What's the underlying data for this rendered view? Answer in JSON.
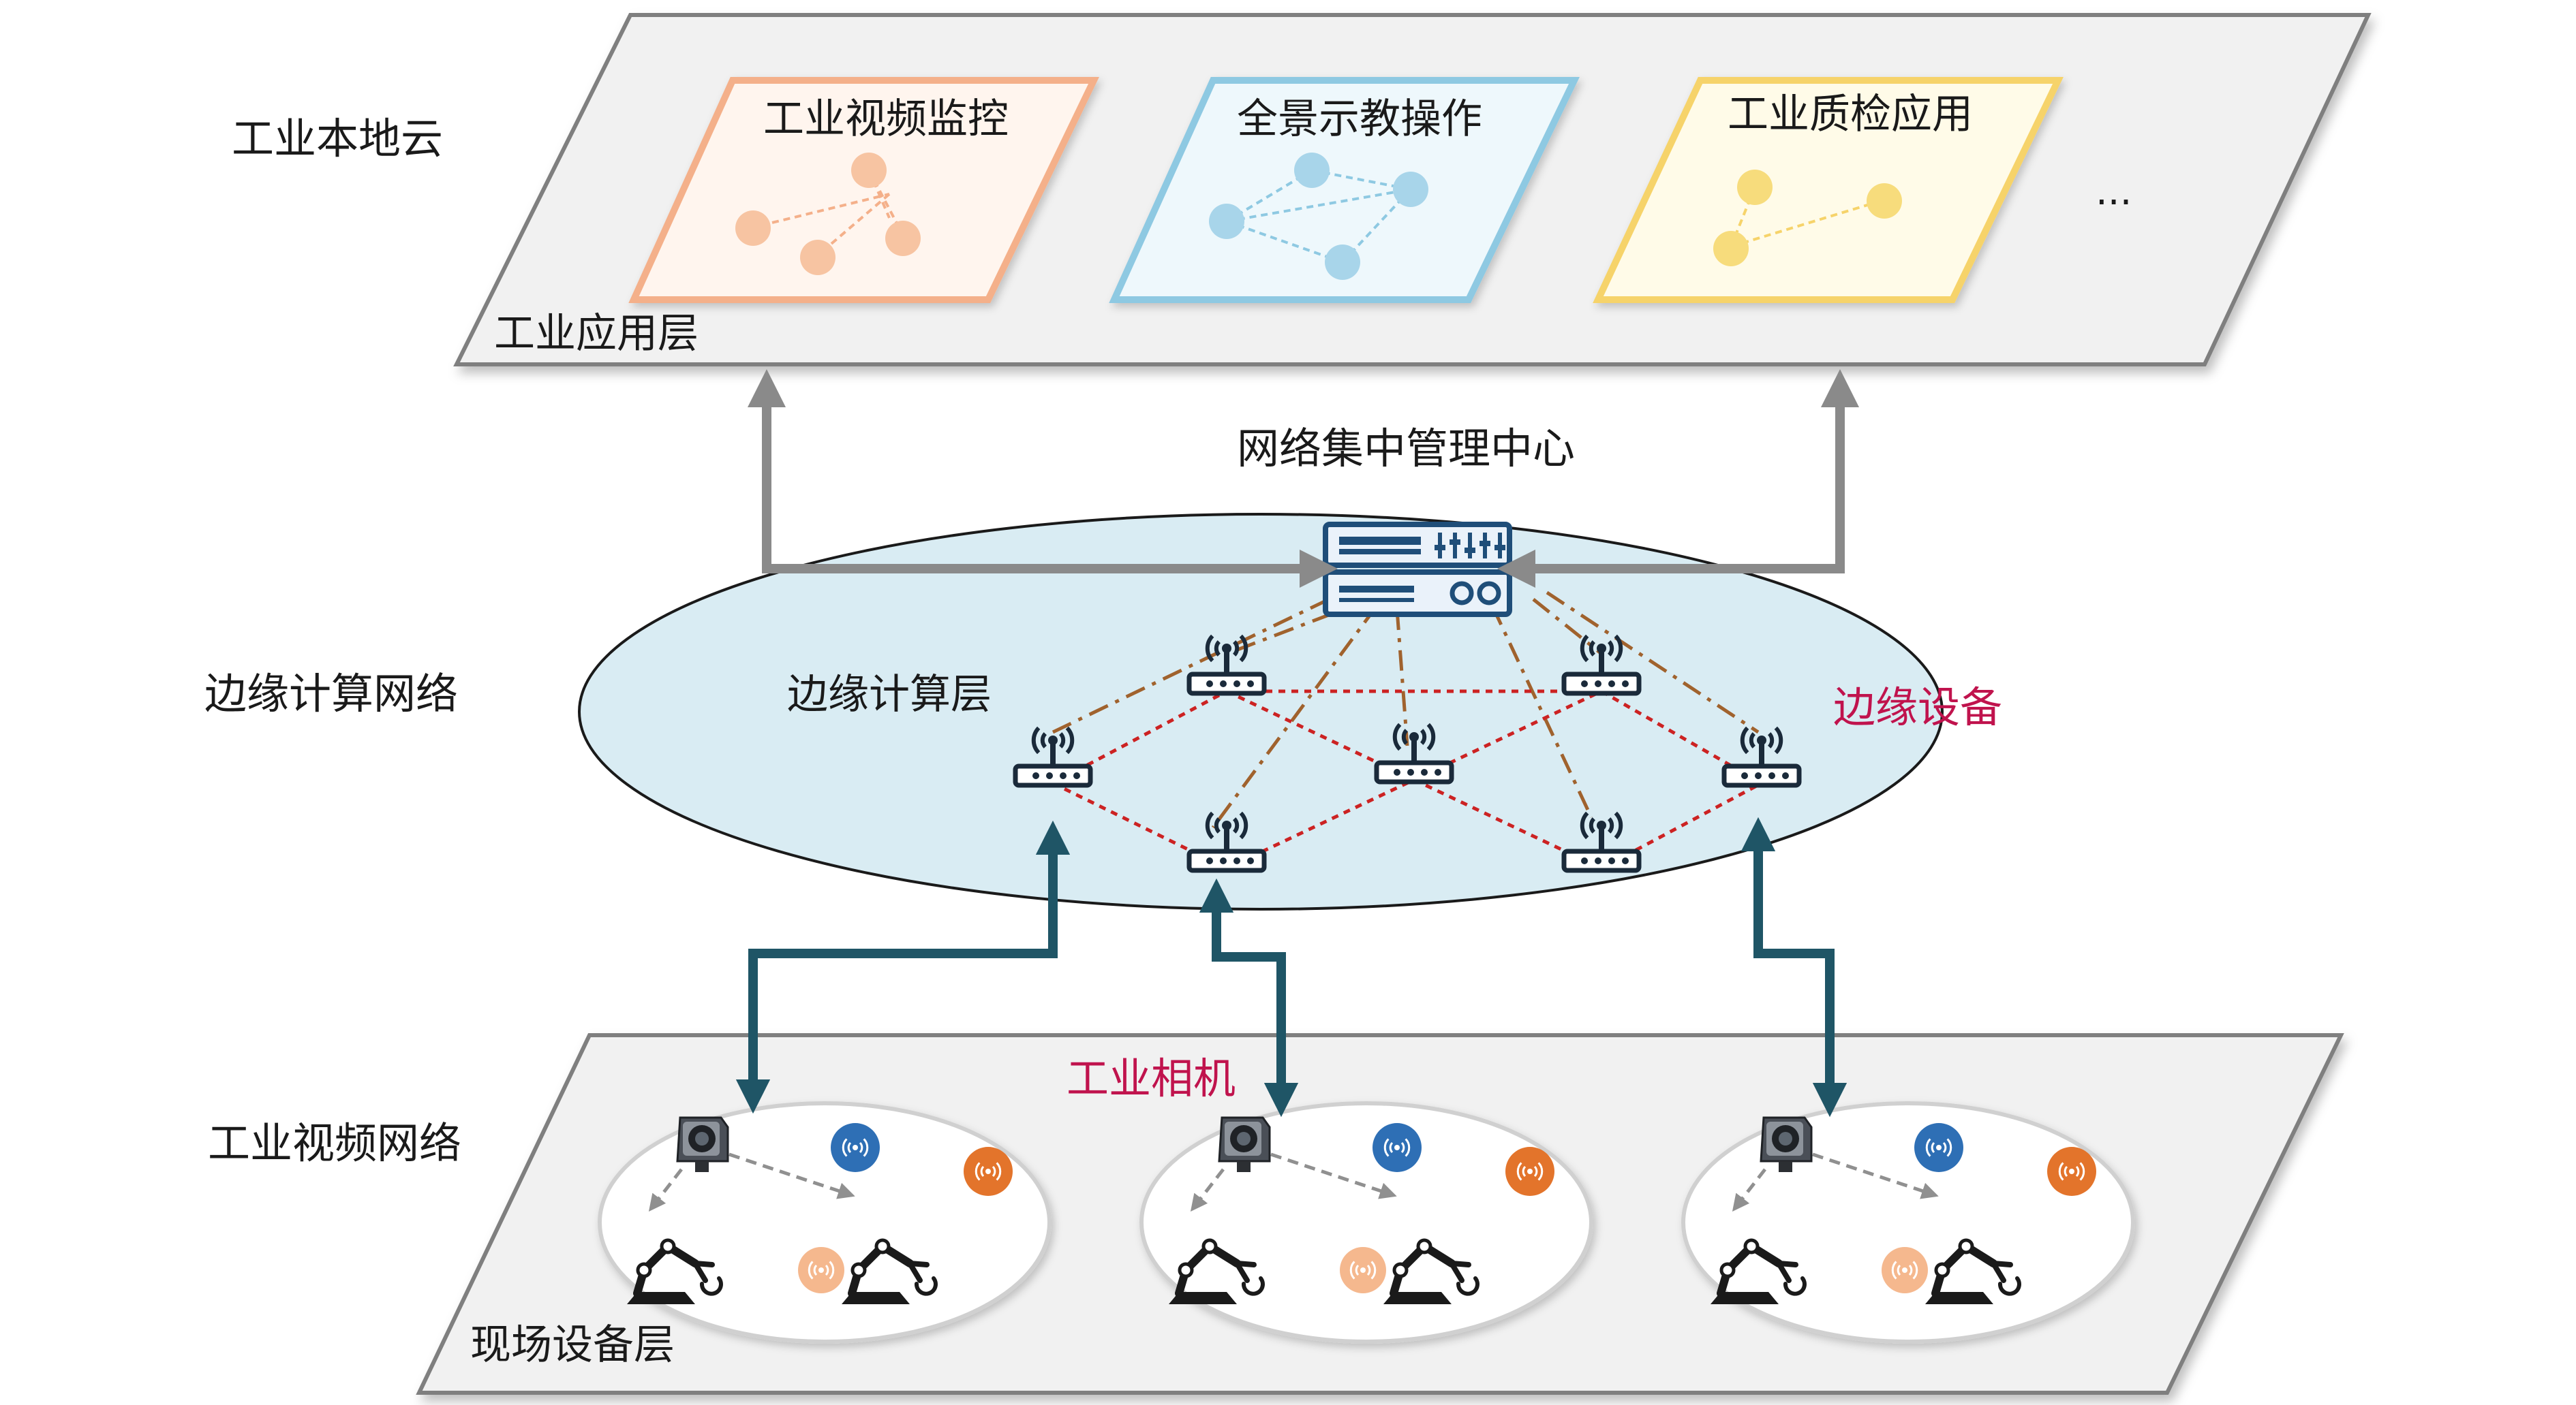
{
  "side_labels": {
    "cloud": "工业本地云",
    "edge_network": "边缘计算网络",
    "video_network": "工业视频网络"
  },
  "app_layer": {
    "title": "工业应用层",
    "cards": [
      {
        "label": "工业视频监控",
        "accent": "#f4b08a",
        "fill": "#fff5ee"
      },
      {
        "label": "全景示教操作",
        "accent": "#8ec9e2",
        "fill": "#eef8fc"
      },
      {
        "label": "工业质检应用",
        "accent": "#f6d36a",
        "fill": "#fffbe8"
      }
    ],
    "more": "..."
  },
  "edge_layer": {
    "center_label": "网络集中管理中心",
    "layer_label": "边缘计算层",
    "device_label": "边缘设备",
    "device_label_color": "#c0134d",
    "ellipse_fill": "#d9ecf3"
  },
  "field_layer": {
    "title": "现场设备层",
    "camera_label": "工业相机",
    "camera_label_color": "#c0134d"
  },
  "colors": {
    "plane_fill": "#f1f1f1",
    "plane_stroke": "#7f7f7f",
    "gray_arrow": "#8a8a8a",
    "teal_arrow": "#1f5566",
    "router": "#1a2a3a",
    "server": "#1f4e79",
    "mesh_red": "#cc2222",
    "mesh_brown": "#a0622d",
    "blue_sensor": "#2e6fb5",
    "orange_sensor": "#e3742b",
    "light_orange_sensor": "#f5b88e"
  }
}
